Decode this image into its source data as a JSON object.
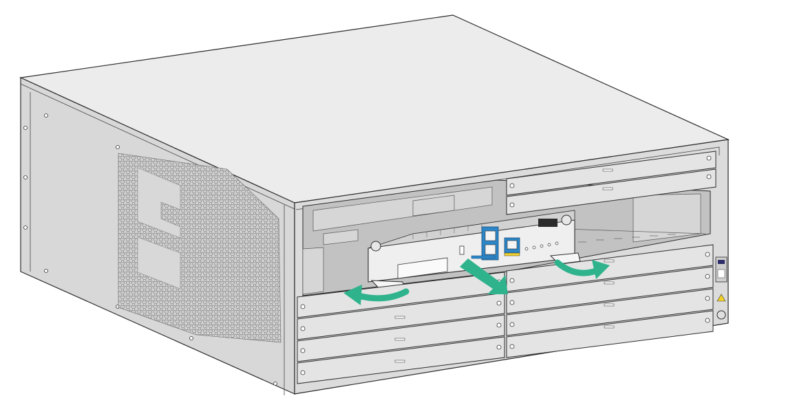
{
  "figure": {
    "subject": "router-chassis",
    "installed_card": "interface-module",
    "colors": {
      "background": "#ffffff",
      "outline": "#2b2b2b",
      "top_face": "#ebebeb",
      "side_face": "#d6d6d6",
      "front_face": "#dadada",
      "cavity": "#bdbdbd",
      "slot_cover": "#e3e3e3",
      "card_panel": "#eeeeee",
      "arrow": "#2fb38c",
      "port_accent": "#2d86c7",
      "warning": "#f3d22a"
    },
    "arrows": [
      {
        "name": "ejector-lever-left-arrow",
        "direction": "left"
      },
      {
        "name": "card-insertion-arrow",
        "direction": "into-slot"
      },
      {
        "name": "ejector-lever-right-arrow",
        "direction": "right"
      }
    ]
  }
}
